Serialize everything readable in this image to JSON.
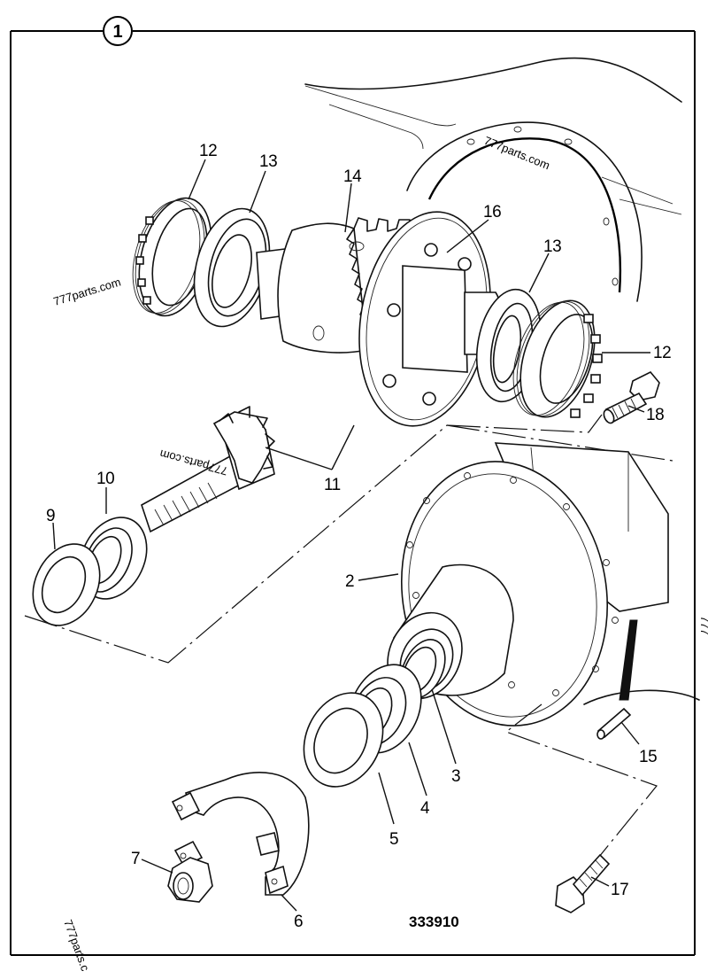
{
  "figure": {
    "number": "1",
    "reference": "333910",
    "colors": {
      "ink": "#000000",
      "paper": "#ffffff"
    }
  },
  "callouts": [
    {
      "id": "2",
      "label": "2",
      "part": "axle-housing"
    },
    {
      "id": "3",
      "label": "3",
      "part": "bearing-cup"
    },
    {
      "id": "4",
      "label": "4",
      "part": "roller-bearing"
    },
    {
      "id": "5",
      "label": "5",
      "part": "oil-seal"
    },
    {
      "id": "6",
      "label": "6",
      "part": "yoke-flange"
    },
    {
      "id": "7",
      "label": "7",
      "part": "lock-nut"
    },
    {
      "id": "9",
      "label": "9",
      "part": "shim"
    },
    {
      "id": "10",
      "label": "10",
      "part": "pinion-bearing"
    },
    {
      "id": "11",
      "label": "11",
      "part": "crown-wheel-and-pinion"
    },
    {
      "id": "12a",
      "label": "12",
      "part": "adjuster-ring-left"
    },
    {
      "id": "12b",
      "label": "12",
      "part": "adjuster-ring-right"
    },
    {
      "id": "13a",
      "label": "13",
      "part": "differential-bearing-left"
    },
    {
      "id": "13b",
      "label": "13",
      "part": "differential-bearing-right"
    },
    {
      "id": "14",
      "label": "14",
      "part": "differential-case"
    },
    {
      "id": "15",
      "label": "15",
      "part": "roll-pin"
    },
    {
      "id": "16",
      "label": "16",
      "part": "crown-wheel-bolt"
    },
    {
      "id": "17",
      "label": "17",
      "part": "setscrew"
    },
    {
      "id": "18",
      "label": "18",
      "part": "bolt"
    }
  ],
  "watermarks": [
    "777parts.com",
    "777parts.com",
    "777parts.com",
    "777parts.c",
    "777"
  ]
}
